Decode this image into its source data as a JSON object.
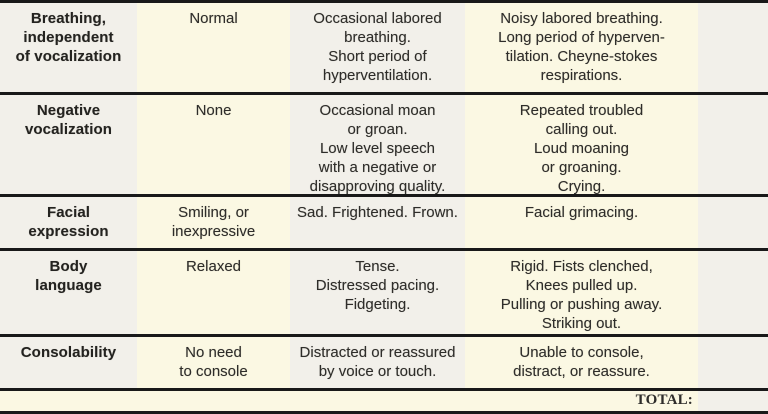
{
  "colors": {
    "cream": "#fbf8e3",
    "paper": "#f2f0ea",
    "line": "#191919",
    "ink": "#2e2d2a"
  },
  "table": {
    "rows": [
      {
        "label": "Breathing,\nindependent\nof vocalization",
        "score0": "Normal",
        "score1": "Occasional labored\nbreathing.\nShort period of\nhyperventilation.",
        "score2": "Noisy labored breathing.\nLong period of hyperven-\ntilation. Cheyne-stokes\nrespirations.",
        "score_entry": ""
      },
      {
        "label": "Negative\nvocalization",
        "score0": "None",
        "score1": "Occasional moan\nor groan.\nLow level speech\nwith a negative or\ndisapproving quality.",
        "score2": "Repeated troubled\ncalling out.\nLoud moaning\nor groaning.\nCrying.",
        "score_entry": ""
      },
      {
        "label": "Facial\nexpression",
        "score0": "Smiling, or\ninexpressive",
        "score1": "Sad. Frightened. Frown.",
        "score2": "Facial grimacing.",
        "score_entry": ""
      },
      {
        "label": "Body\nlanguage",
        "score0": "Relaxed",
        "score1": "Tense.\nDistressed pacing.\nFidgeting.",
        "score2": "Rigid. Fists clenched,\nKnees pulled up.\nPulling or pushing away.\nStriking out.",
        "score_entry": ""
      },
      {
        "label": "Consolability",
        "score0": "No need\nto console",
        "score1": "Distracted or reassured\nby voice or touch.",
        "score2": "Unable to console,\ndistract, or reassure.",
        "score_entry": ""
      }
    ],
    "footer": {
      "total_label": "TOTAL:",
      "total_value": ""
    }
  }
}
